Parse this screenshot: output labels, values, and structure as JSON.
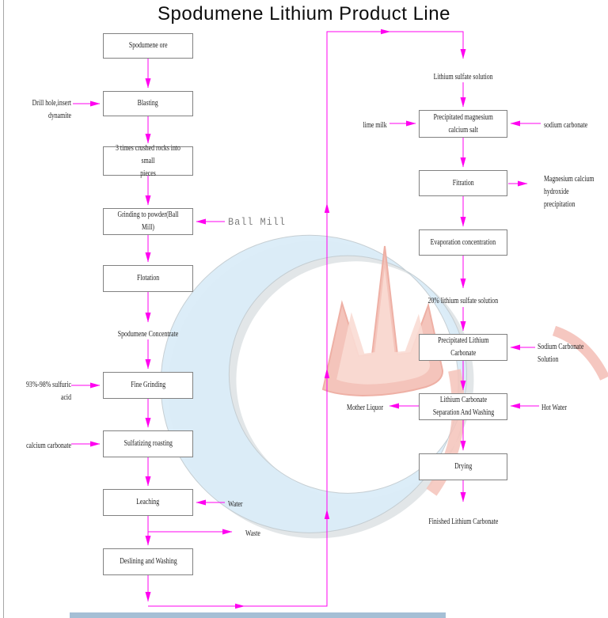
{
  "title": "Spodumene Lithium Product Line",
  "nodes": {
    "spodumene_ore": "Spodumene ore",
    "blasting": "Blasting",
    "crushed": "3 times crushed rocks into small\npieces",
    "grinding": "Grinding to powder(Ball Mill)",
    "flotation": "Flotation",
    "spodumene_concentrate": "Spodumene Concentrate",
    "fine_grinding": "Fine Grinding",
    "sulfatizing": "Sulfatizing roasting",
    "leaching": "Leaching",
    "deslining": "Deslining and Washing",
    "lithium_sulfate_solution": "Lithium sulfate solution",
    "precip_mg_ca": "Precipitated magnesium\ncalcium salt",
    "fitration": "Fitration",
    "evaporation": "Evaporation concentration",
    "sulfate20": "20% lithium sulfate solution",
    "precip_li": "Precipitated Lithium\nCarbonate",
    "separation": "Lithium Carbonate\nSeparation And Washing",
    "drying": "Drying",
    "finished": "Finished Lithium Carbonate"
  },
  "labels": {
    "drill": "Drill hole,insert dynamite",
    "ball_mill": "Ball Mill",
    "sulfuric": "93%-98% sulfuric acid",
    "calcium": "calcium carbonate",
    "water": "Water",
    "waste": "Waste",
    "lime_milk": "lime milk",
    "sodium_carbonate": "sodium carbonate",
    "mg_ca_precip": "Magnesium calcium\nhydroxide precipitation",
    "sodium_carbonate_solution": "Sodium Carbonate Solution",
    "mother_liquor": "Mother Liquor",
    "hot_water": "Hot Water"
  },
  "colors": {
    "arrow": "#ff00f0",
    "box_border": "#818181",
    "text": "#1f1f1f",
    "watermark_blue": "#dbedf8",
    "watermark_salmon": "#f4c0b6",
    "bottom_bar_blue": "#8fafca"
  }
}
